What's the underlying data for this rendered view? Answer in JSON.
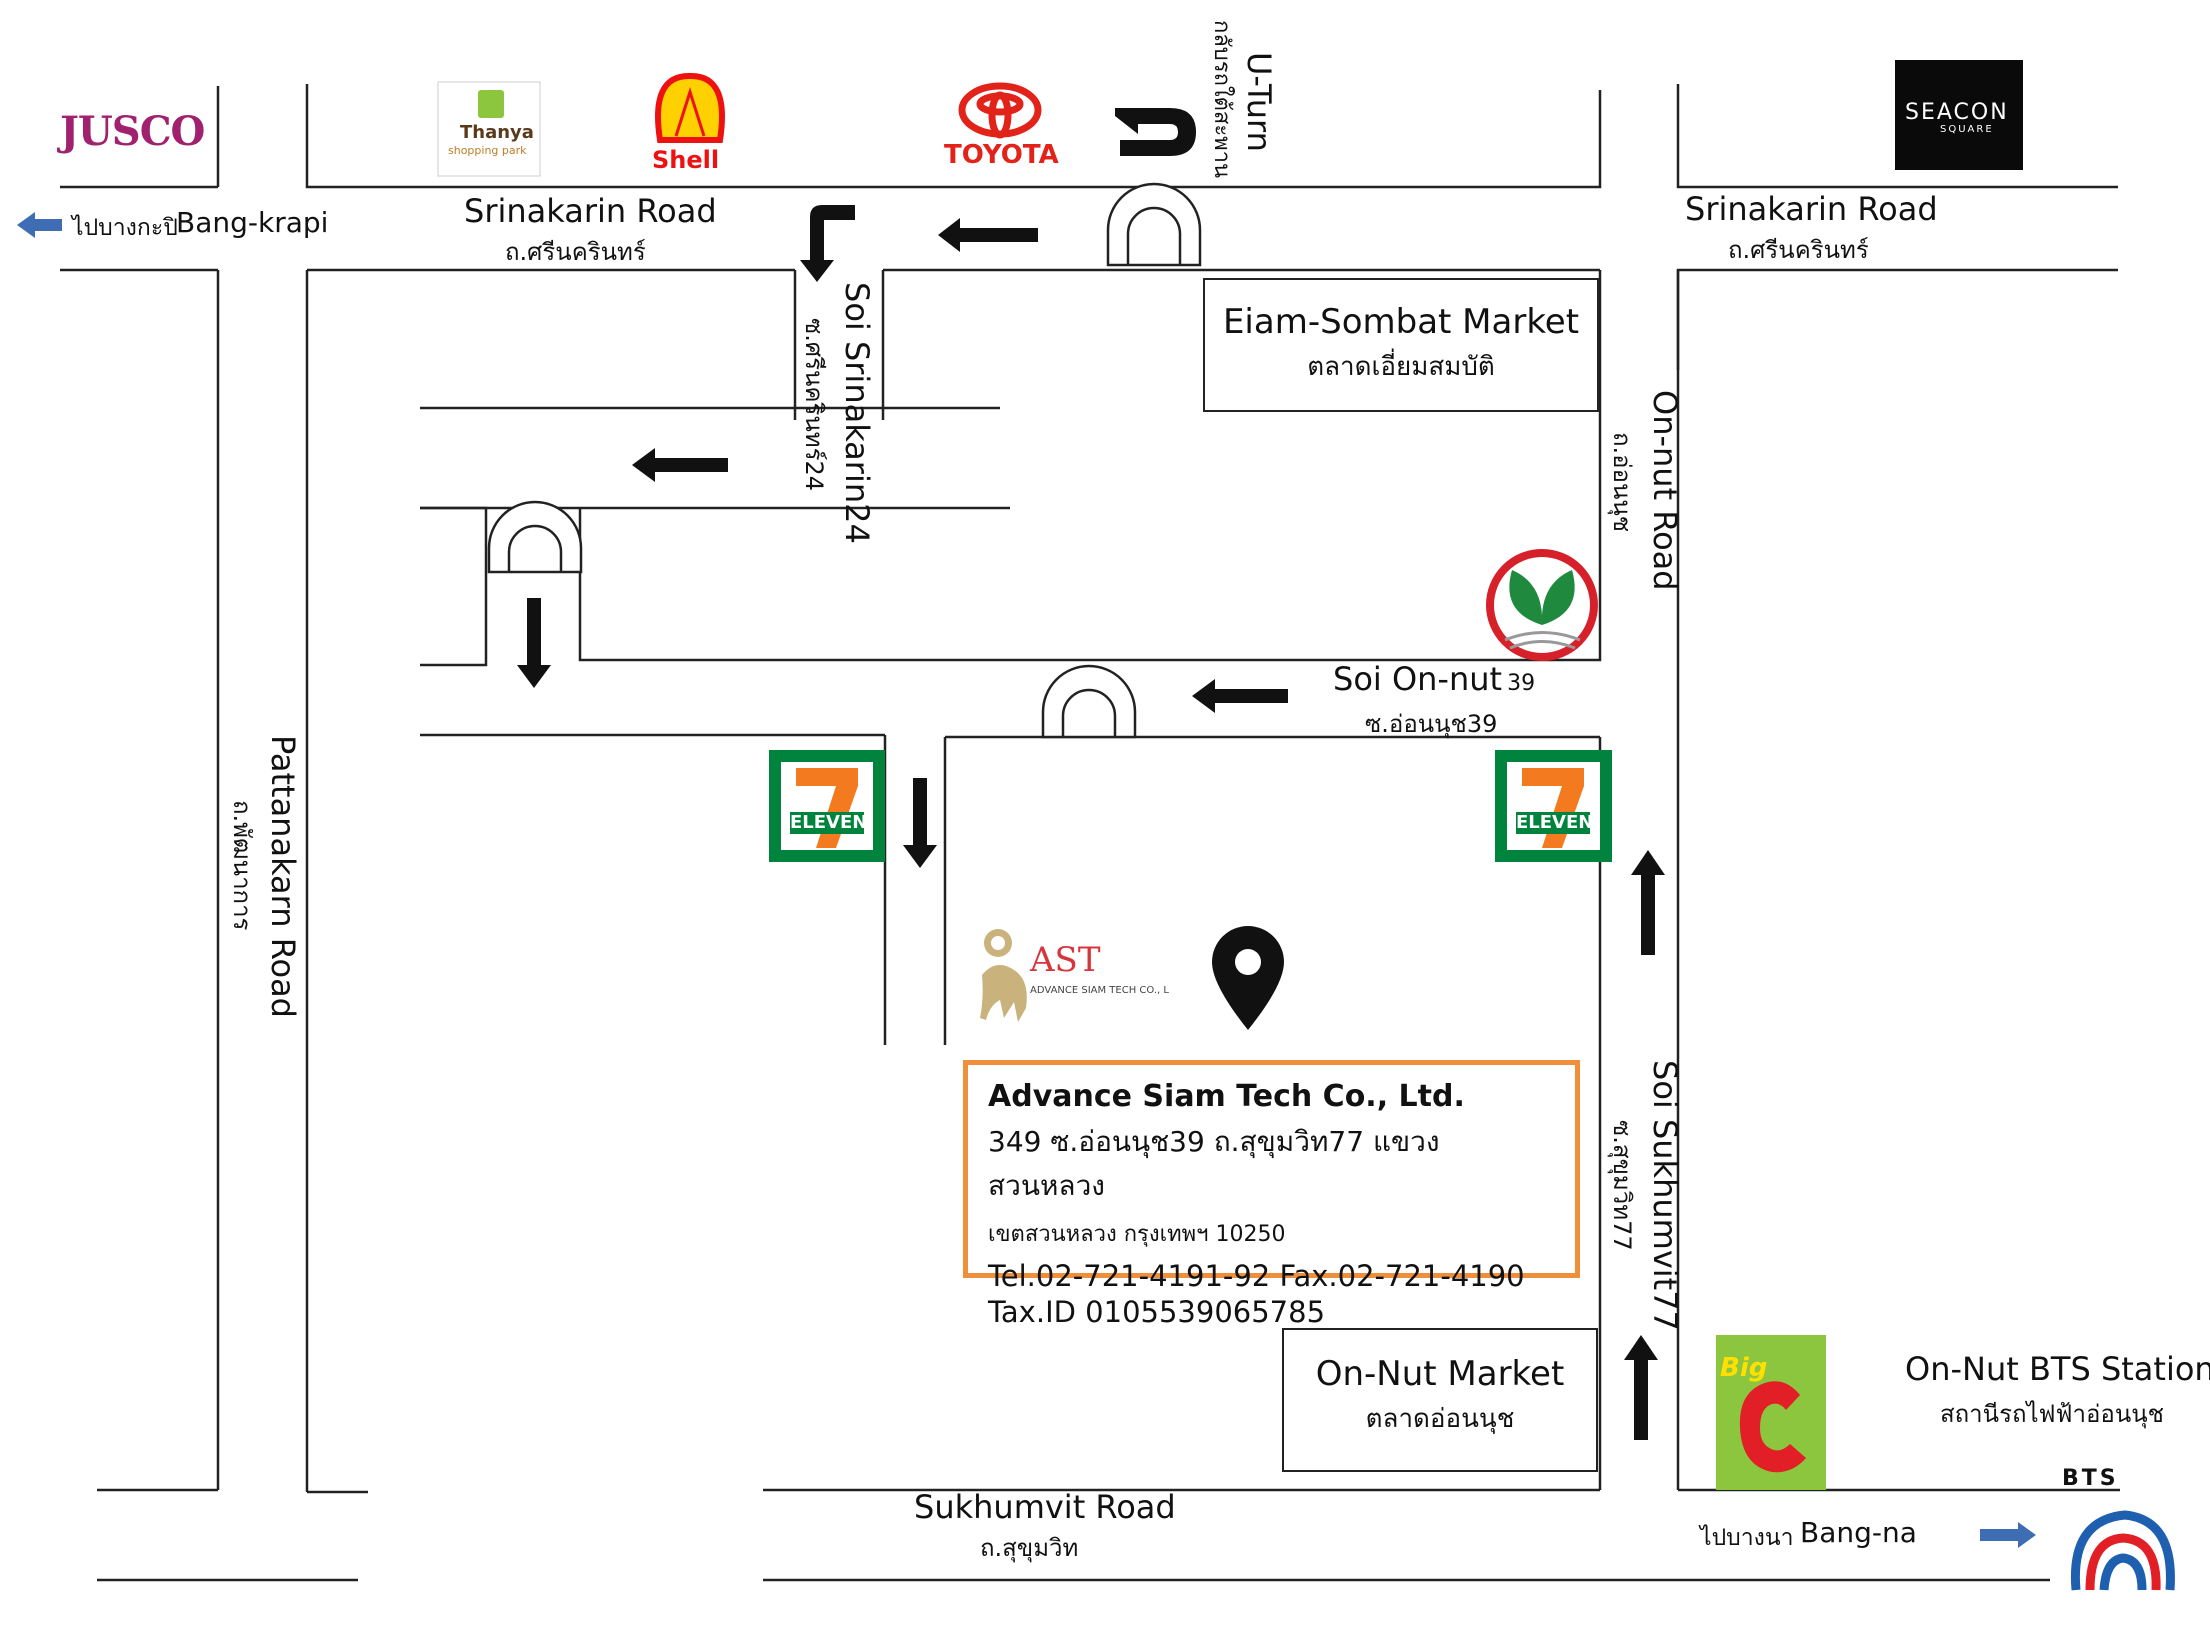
{
  "landmarks": {
    "jusco": "JUSCO",
    "thanya": "Thanya",
    "thanya_sub": "shopping park",
    "shell": "Shell",
    "toyota": "TOYOTA",
    "seacon": "SEACON",
    "seacon_sub": "SQUARE",
    "seven_eleven": "ELEVEN",
    "bigc": "Big",
    "bts": "BTS"
  },
  "directions": {
    "uturn_en": "U-Turn",
    "uturn_th": "กลับรถใต้สะพาน",
    "bangkrapi_th": "ไปบางกะปิ",
    "bangkrapi_en": "Bang-krapi",
    "bangna_th": "ไปบางนา",
    "bangna_en": "Bang-na"
  },
  "roads": {
    "srinakarin_left_en": "Srinakarin Road",
    "srinakarin_left_th": "ถ.ศรีนครินทร์",
    "srinakarin_right_en": "Srinakarin Road",
    "srinakarin_right_th": "ถ.ศรีนครินทร์",
    "soi_srinakarin_en": "Soi Srinakarin24",
    "soi_srinakarin_th": "ซ.ศรีนครินทร์24",
    "onnut_road_en": "On-nut Road",
    "onnut_road_th": "ถ.อ่อนนุช",
    "soi_onnut_en": "Soi On-nut",
    "soi_onnut_num": "39",
    "soi_onnut_th": "ซ.อ่อนนุช39",
    "pattanakarn_en": "Pattanakarn Road",
    "pattanakarn_th": "ถ.พัฒนาการ",
    "soi_sukhumvit_en": "Soi Sukhumvit77",
    "soi_sukhumvit_th": "ซ.สุขุมวิท77",
    "sukhumvit_en": "Sukhumvit Road",
    "sukhumvit_th": "ถ.สุขุมวิท"
  },
  "places": {
    "eiam_en": "Eiam-Sombat Market",
    "eiam_th": "ตลาดเอี่ยมสมบัติ",
    "onnut_market_en": "On-Nut Market",
    "onnut_market_th": "ตลาดอ่อนนุช",
    "bts_station_en": "On-Nut BTS Station",
    "bts_station_th": "สถานีรถไฟฟ้าอ่อนนุช"
  },
  "company": {
    "logo_text": "AST",
    "logo_sub": "ADVANCE SIAM TECH CO., L",
    "name": "Advance Siam Tech Co., Ltd.",
    "address_line1": "349 ซ.อ่อนนุช39 ถ.สุขุมวิท77 แขวงสวนหลวง",
    "address_line2": "เขตสวนหลวง กรุงเทพฯ 10250",
    "phone": "Tel.02-721-4191-92 Fax.02-721-4190",
    "tax": "Tax.ID 0105539065785"
  },
  "colors": {
    "address_border": "#ef8f3b",
    "arrow_blue": "#3f6db3",
    "kbank_green": "#1f8a3e",
    "kbank_red": "#d6202a",
    "seven_green": "#00843d",
    "seven_orange": "#f47a20",
    "bigc_green": "#8cc63f",
    "bigc_red": "#e21e26"
  }
}
